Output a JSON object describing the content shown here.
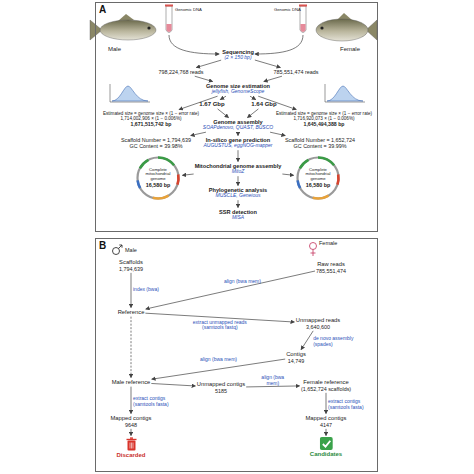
{
  "diagram": {
    "nodes": [
      {
        "text": [
          "A"
        ]
      },
      {
        "text": [
          "Sequencing",
          "(2 × 150 bp)"
        ],
        "in": 0
      },
      {
        "text": [
          "798,224,768 reads"
        ],
        "in": 0
      },
      {
        "text": [
          "785,551,474 reads"
        ],
        "in": 0
      },
      {
        "text": [
          "Genome size estimation",
          "jellyfish, GenomeScope"
        ],
        "in": 0
      },
      {
        "text": [
          "Estimated size = genome size × (1 − error rate)",
          "1,714,002,906 × (1 − 0.006%)",
          "1,671,515,742 bp"
        ],
        "in": 0
      },
      {
        "text": [
          "Estimated size = genome size × (1 − error rate)",
          "1,716,920,073 × (1 − 0.006%)",
          "1,645,494,388 bp"
        ],
        "in": 0
      },
      {
        "text": [
          "1.67 Gbp"
        ],
        "in": 0
      },
      {
        "text": [
          "1.64 Gbp"
        ],
        "in": 0
      },
      {
        "text": [
          "Genome assembly",
          "SOAPdenovo, QUAST, BUSCO"
        ],
        "in": 0
      },
      {
        "text": [
          "Scaffold Number = 1,794,639",
          "GC Content = 39.98%"
        ],
        "in": 0
      },
      {
        "text": [
          "Scaffold Number = 1,652,724",
          "GC Content = 39.99%"
        ],
        "in": 0
      },
      {
        "text": [
          "In-silico gene prediction",
          "AUGUSTUS, eggNOG-mapper"
        ],
        "in": 0
      },
      {
        "text": [
          "Complete mitochondrial genome",
          "16,580 bp"
        ],
        "in": 0
      },
      {
        "text": [
          "Complete mitochondrial genome",
          "16,580 bp"
        ],
        "in": 0
      },
      {
        "text": [
          "Mitochondrial genome assembly",
          "MitoZ"
        ],
        "in": 0
      },
      {
        "text": [
          "Phylogenetic analysis",
          "MUSCLE, Geneious"
        ],
        "in": 0
      },
      {
        "text": [
          "SSR detection",
          "MISA"
        ],
        "in": 0
      },
      {
        "text": [
          "B"
        ]
      },
      {
        "text": [
          "Scaffolds",
          "1,794,639"
        ],
        "in": 18
      },
      {
        "text": [
          "Raw reads",
          "785,551,474"
        ],
        "in": 18
      },
      {
        "text": [
          "Reference"
        ],
        "in": 18
      },
      {
        "text": [
          "Unmapped reads",
          "3,640,600"
        ],
        "in": 18
      },
      {
        "text": [
          "Contigs",
          "14,749"
        ],
        "in": 18
      },
      {
        "text": [
          "Male reference"
        ],
        "in": 18
      },
      {
        "text": [
          "Unmapped contigs",
          "5185"
        ],
        "in": 18
      },
      {
        "text": [
          "Female reference",
          "(1,652,724 scaffolds)"
        ],
        "in": 18
      },
      {
        "text": [
          "Mapped contigs",
          "9648"
        ],
        "in": 18
      },
      {
        "text": [
          "Mapped contigs",
          "4147"
        ],
        "in": 18
      },
      {
        "text": [
          "Discarded"
        ],
        "in": 18
      },
      {
        "text": [
          "Candidates"
        ],
        "in": 18
      }
    ],
    "edges": [
      {
        "from": 1,
        "to": 2,
        "arrow": "to"
      },
      {
        "from": 1,
        "to": 3,
        "arrow": "to"
      },
      {
        "from": 2,
        "to": 4,
        "arrow": "to"
      },
      {
        "from": 3,
        "to": 4,
        "arrow": "to"
      },
      {
        "from": 4,
        "to": 5,
        "arrow": "to"
      },
      {
        "from": 4,
        "to": 6,
        "arrow": "to"
      },
      {
        "from": 4,
        "to": 7,
        "arrow": "to"
      },
      {
        "from": 4,
        "to": 8,
        "arrow": "to"
      },
      {
        "from": 7,
        "to": 9,
        "arrow": "to"
      },
      {
        "from": 8,
        "to": 9,
        "arrow": "to"
      },
      {
        "from": 9,
        "to": 10,
        "arrow": "to"
      },
      {
        "from": 9,
        "to": 11,
        "arrow": "to"
      },
      {
        "from": 9,
        "to": 12,
        "arrow": "to"
      },
      {
        "from": 12,
        "to": 15,
        "arrow": "to"
      },
      {
        "from": 15,
        "to": 13,
        "arrow": "to"
      },
      {
        "from": 15,
        "to": 14,
        "arrow": "to"
      },
      {
        "from": 15,
        "to": 16,
        "arrow": "to"
      },
      {
        "from": 16,
        "to": 17,
        "arrow": "to"
      },
      {
        "from": 19,
        "to": 21,
        "label": "index (bwa)",
        "arrow": "to"
      },
      {
        "from": 20,
        "to": 21,
        "label": "align (bwa mem)",
        "arrow": "to"
      },
      {
        "from": 21,
        "to": 22,
        "label": "extract unmapped reads (samtools fastq)",
        "arrow": "to"
      },
      {
        "from": 22,
        "to": 23,
        "label": "de novo assembly (spades)",
        "arrow": "to"
      },
      {
        "from": 21,
        "to": 24,
        "arrow": "to"
      },
      {
        "from": 23,
        "to": 24,
        "label": "align (bwa mem)",
        "arrow": "to"
      },
      {
        "from": 24,
        "to": 25,
        "arrow": "to"
      },
      {
        "from": 25,
        "to": 26,
        "label": "align (bwa mem)",
        "arrow": "to"
      },
      {
        "from": 24,
        "to": 27,
        "label": "extract contigs (samtools fasta)",
        "arrow": "to"
      },
      {
        "from": 26,
        "to": 28,
        "label": "extract contigs (samtools fasta)",
        "arrow": "to"
      },
      {
        "from": 27,
        "to": 29,
        "arrow": "to"
      },
      {
        "from": 28,
        "to": 30,
        "arrow": "to"
      }
    ],
    "labels": [
      "Male",
      "Female",
      "Genomic DNA",
      "Genomic DNA",
      "Male",
      "Female"
    ]
  }
}
